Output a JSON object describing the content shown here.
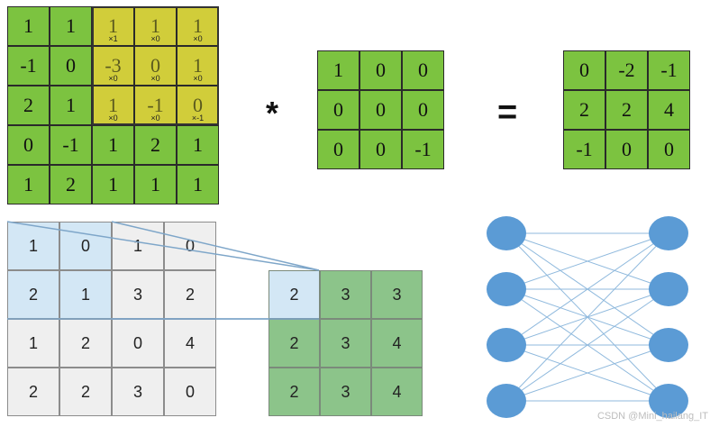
{
  "conv": {
    "input": [
      [
        "1",
        "1",
        "1",
        "1",
        "1"
      ],
      [
        "-1",
        "0",
        "-3",
        "0",
        "1"
      ],
      [
        "2",
        "1",
        "1",
        "-1",
        "0"
      ],
      [
        "0",
        "-1",
        "1",
        "2",
        "1"
      ],
      [
        "1",
        "2",
        "1",
        "1",
        "1"
      ]
    ],
    "weights": [
      [
        "×1",
        "×0",
        "×0"
      ],
      [
        "×0",
        "×0",
        "×0"
      ],
      [
        "×0",
        "×0",
        "×-1"
      ]
    ],
    "multiply_symbol": "*",
    "kernel": [
      [
        "1",
        "0",
        "0"
      ],
      [
        "0",
        "0",
        "0"
      ],
      [
        "0",
        "0",
        "-1"
      ]
    ],
    "equals_symbol": "=",
    "output": [
      [
        "0",
        "-2",
        "-1"
      ],
      [
        "2",
        "2",
        "4"
      ],
      [
        "-1",
        "0",
        "0"
      ]
    ]
  },
  "pool": {
    "input": [
      [
        "1",
        "0",
        "1",
        "0"
      ],
      [
        "2",
        "1",
        "3",
        "2"
      ],
      [
        "1",
        "2",
        "0",
        "4"
      ],
      [
        "2",
        "2",
        "3",
        "0"
      ]
    ],
    "output": [
      [
        "2",
        "3",
        "3"
      ],
      [
        "2",
        "3",
        "4"
      ],
      [
        "2",
        "3",
        "4"
      ]
    ]
  },
  "network": {
    "left_nodes": 4,
    "right_nodes": 4,
    "node_color": "#5b9bd5",
    "edge_color": "#8fb9dd"
  },
  "colors": {
    "green": "#7cc340",
    "yellow_highlight": "#d1cd3a",
    "light_blue": "#d3e7f5",
    "light_gray": "#efefef",
    "pool_green": "#8cc48a"
  },
  "credit": "CSDN @Mini_hailang_IT"
}
